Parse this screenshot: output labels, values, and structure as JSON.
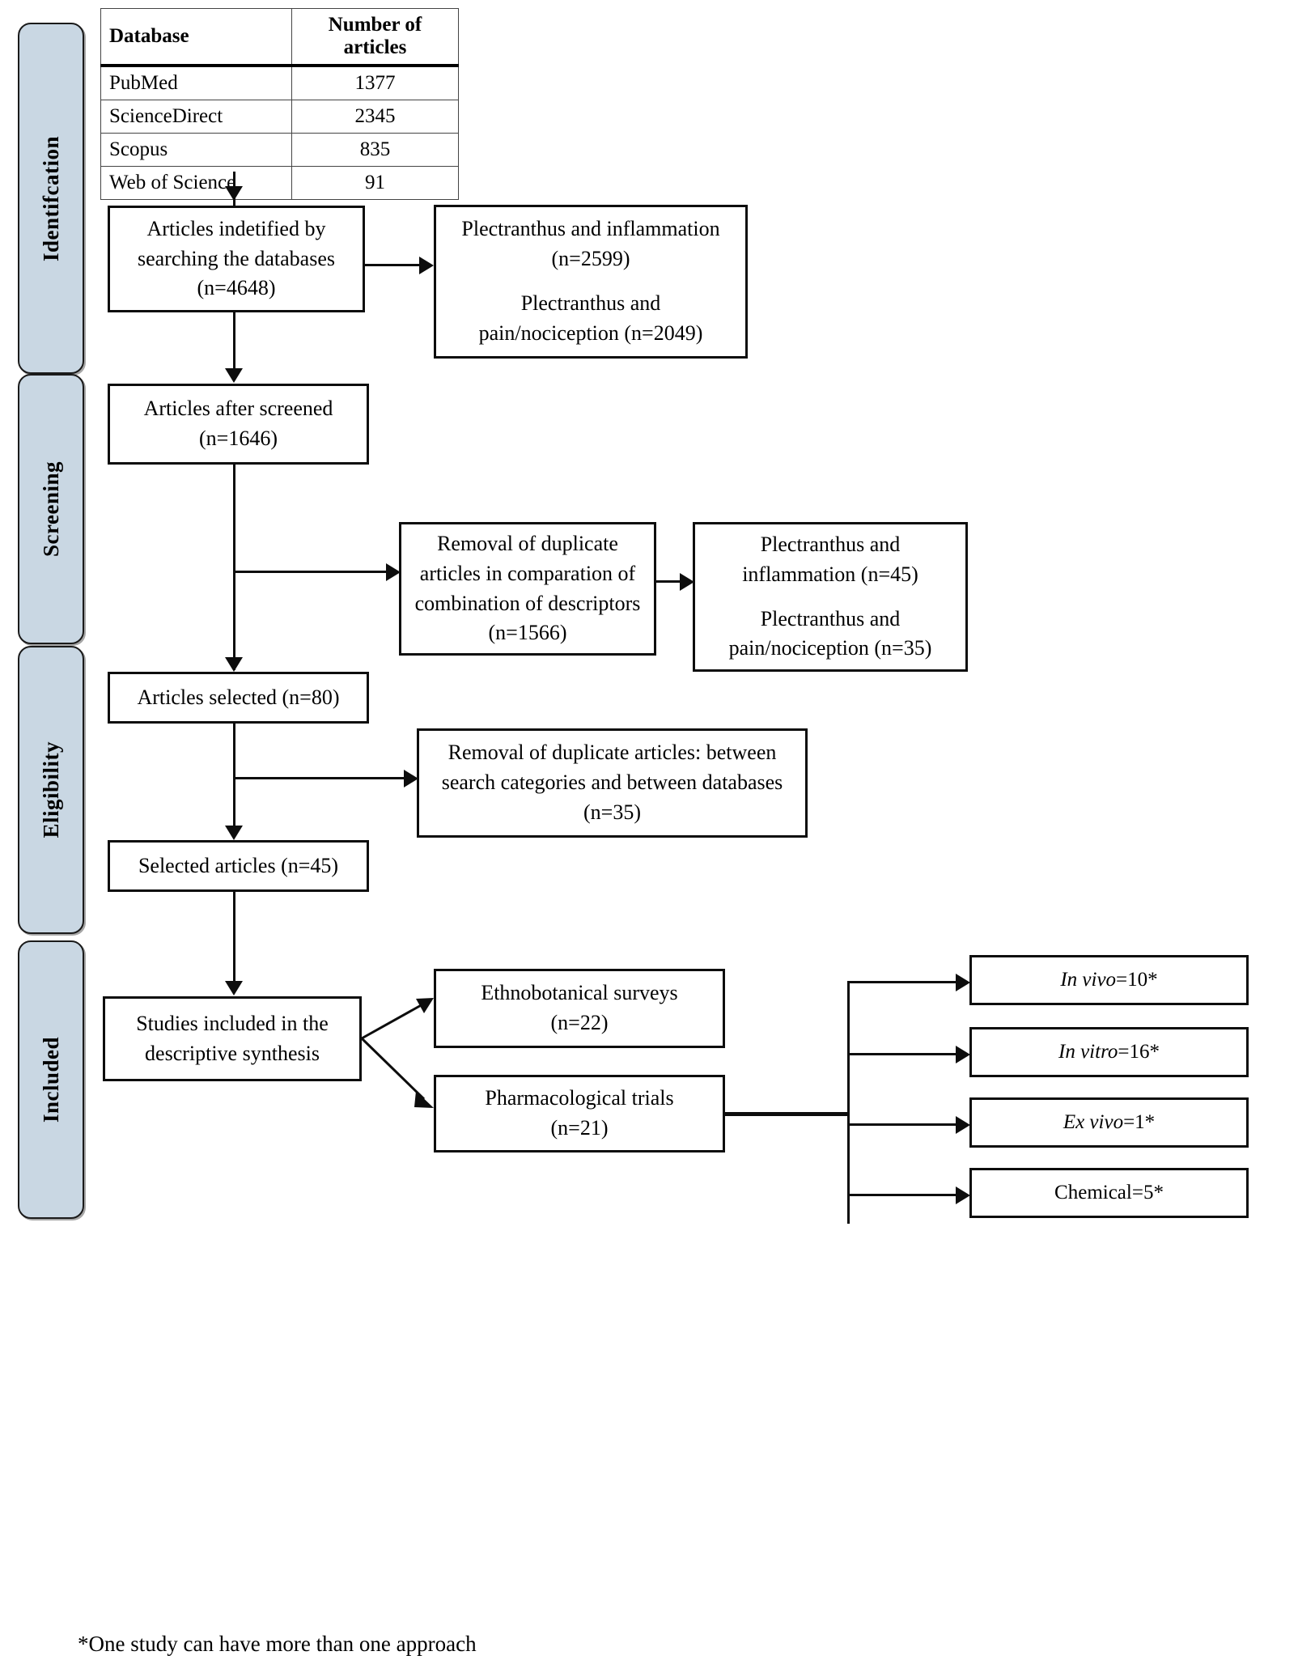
{
  "stages": [
    {
      "key": "identification",
      "label": "Identifcation"
    },
    {
      "key": "screening",
      "label": "Screening"
    },
    {
      "key": "eligibility",
      "label": "Eligibility"
    },
    {
      "key": "included",
      "label": "Included"
    }
  ],
  "database_table": {
    "headers": [
      "Database",
      "Number of articles"
    ],
    "rows": [
      {
        "database": "PubMed",
        "count": "1377"
      },
      {
        "database": "ScienceDirect",
        "count": "2345"
      },
      {
        "database": "Scopus",
        "count": "835"
      },
      {
        "database": "Web of Science",
        "count": "91"
      }
    ]
  },
  "boxes": {
    "identified": {
      "line1": "Articles indetified by",
      "line2": "searching the databases",
      "line3": "(n=4648)"
    },
    "identified_side": {
      "line1": "Plectranthus and inflammation",
      "line2": "(n=2599)",
      "line3": "Plectranthus and",
      "line4": "pain/nociception (n=2049)"
    },
    "after_screened": {
      "line1": "Articles after screened",
      "line2": "(n=1646)"
    },
    "duplicate_descriptors": {
      "line1": "Removal of duplicate",
      "line2": "articles in comparation of",
      "line3": "combination of descriptors",
      "line4": "(n=1566)"
    },
    "duplicate_side": {
      "line1": "Plectranthus and",
      "line2": "inflammation (n=45)",
      "line3": "Plectranthus and",
      "line4": "pain/nociception (n=35)"
    },
    "articles_selected": {
      "line1": "Articles selected (n=80)"
    },
    "duplicate_categories": {
      "line1": "Removal of duplicate articles: between",
      "line2": "search categories and between databases",
      "line3": "(n=35)"
    },
    "selected_articles": {
      "line1": "Selected articles (n=45)"
    },
    "included_synthesis": {
      "line1": "Studies included in the",
      "line2": "descriptive synthesis"
    },
    "ethnobotanical": {
      "line1": "Ethnobotanical surveys",
      "line2": "(n=22)"
    },
    "pharmacological": {
      "line1": "Pharmacological trials",
      "line2": "(n=21)"
    },
    "outcomes": [
      {
        "key": "in-vivo",
        "italic": "In vivo",
        "rest": "=10*"
      },
      {
        "key": "in-vitro",
        "italic": "In vitro",
        "rest": "=16*"
      },
      {
        "key": "ex-vivo",
        "italic": "Ex vivo",
        "rest": "=1*"
      },
      {
        "key": "chemical",
        "italic": "",
        "rest": "Chemical=5*"
      }
    ]
  },
  "footnote": "*One study can have more than one approach",
  "colors": {
    "stage_bar_fill": "#c9d7e3",
    "line": "#0d0d0d",
    "background": "#ffffff"
  }
}
